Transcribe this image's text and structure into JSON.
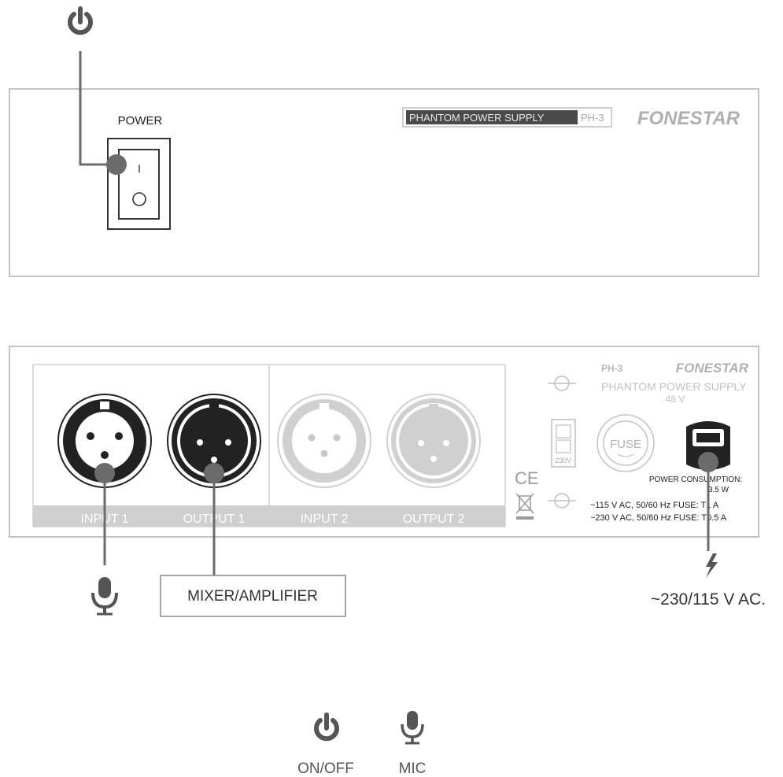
{
  "front_panel": {
    "power_label": "POWER",
    "switch_on_glyph": "I",
    "switch_off_glyph": "O",
    "model_box_highlight": "PHANTOM POWER SUPPLY",
    "model_box_model": "PH-3",
    "brand": "FONESTAR",
    "callout_icon": "power-icon"
  },
  "rear_panel": {
    "connector_labels": [
      "INPUT 1",
      "OUTPUT 1",
      "INPUT 2",
      "OUTPUT 2"
    ],
    "model": "PH-3",
    "brand": "FONESTAR",
    "product_name": "PHANTOM POWER SUPPLY",
    "voltage": "48 V",
    "voltage_selector_label": "230V",
    "fuse_label": "FUSE",
    "ce_mark": "CE",
    "power_consumption_label": "POWER CONSUMPTION:",
    "power_consumption_value": "3.5 W",
    "spec_line_1": "~115 V AC, 50/60 Hz FUSE: T1 A",
    "spec_line_2": "~230 V AC, 50/60 Hz FUSE: T0.5 A"
  },
  "callouts": {
    "input_device_icon": "microphone-icon",
    "output_device_label": "MIXER/AMPLIFIER",
    "mains_icon": "lightning-icon",
    "mains_label": "~230/115 V AC."
  },
  "legend": [
    {
      "icon": "power-icon",
      "label": "ON/OFF"
    },
    {
      "icon": "microphone-icon",
      "label": "MIC"
    }
  ],
  "colors": {
    "panel_outline": "#c4c4c4",
    "label_strip": "#cfcfcf",
    "callout_dot": "#6b6b6b",
    "dark_icon": "#555555",
    "brand_gray": "#b0b0b0",
    "highlight_bg": "#4a4a4a"
  }
}
